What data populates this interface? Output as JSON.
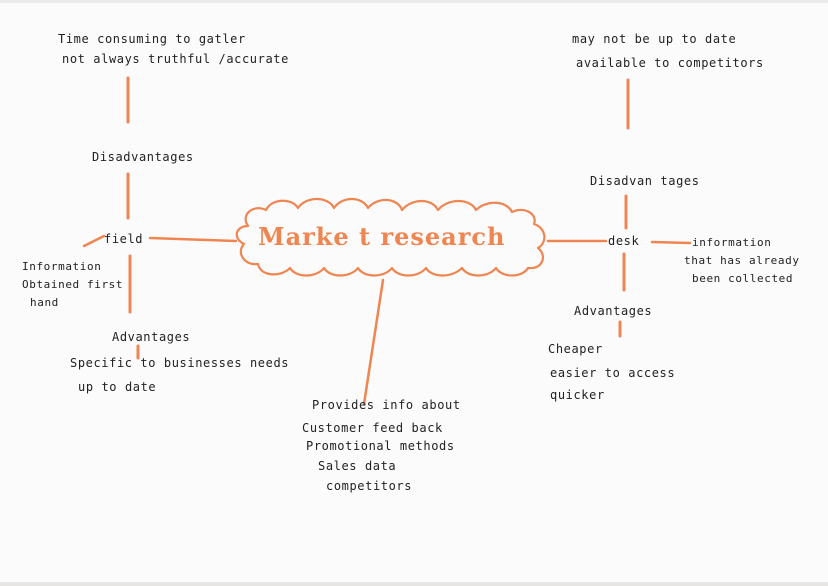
{
  "colors": {
    "ink": "#222222",
    "accent": "#ef8550",
    "paper": "#fbfbfb"
  },
  "center": {
    "title": "Marke t research"
  },
  "left": {
    "node": "field",
    "disadvantages_label": "Disadvantages",
    "disadvantages_points": [
      "Time consuming to gatler",
      "not always truthful /accurate"
    ],
    "description": [
      "Information",
      "Obtained first",
      "hand"
    ],
    "advantages_label": "Advantages",
    "advantages_points": [
      "Specific to businesses needs",
      "up to date"
    ]
  },
  "right": {
    "node": "desk",
    "disadvantages_label": "Disadvan tages",
    "disadvantages_points": [
      "may not be up to date",
      "available to competitors"
    ],
    "description": [
      "information",
      "that has already",
      "been collected"
    ],
    "advantages_label": "Advantages",
    "advantages_points": [
      "Cheaper",
      "easier to access",
      "quicker"
    ]
  },
  "bottom": {
    "lead": "Provides info about",
    "items": [
      "Customer feed back",
      "Promotional methods",
      "Sales data",
      "competitors"
    ]
  }
}
